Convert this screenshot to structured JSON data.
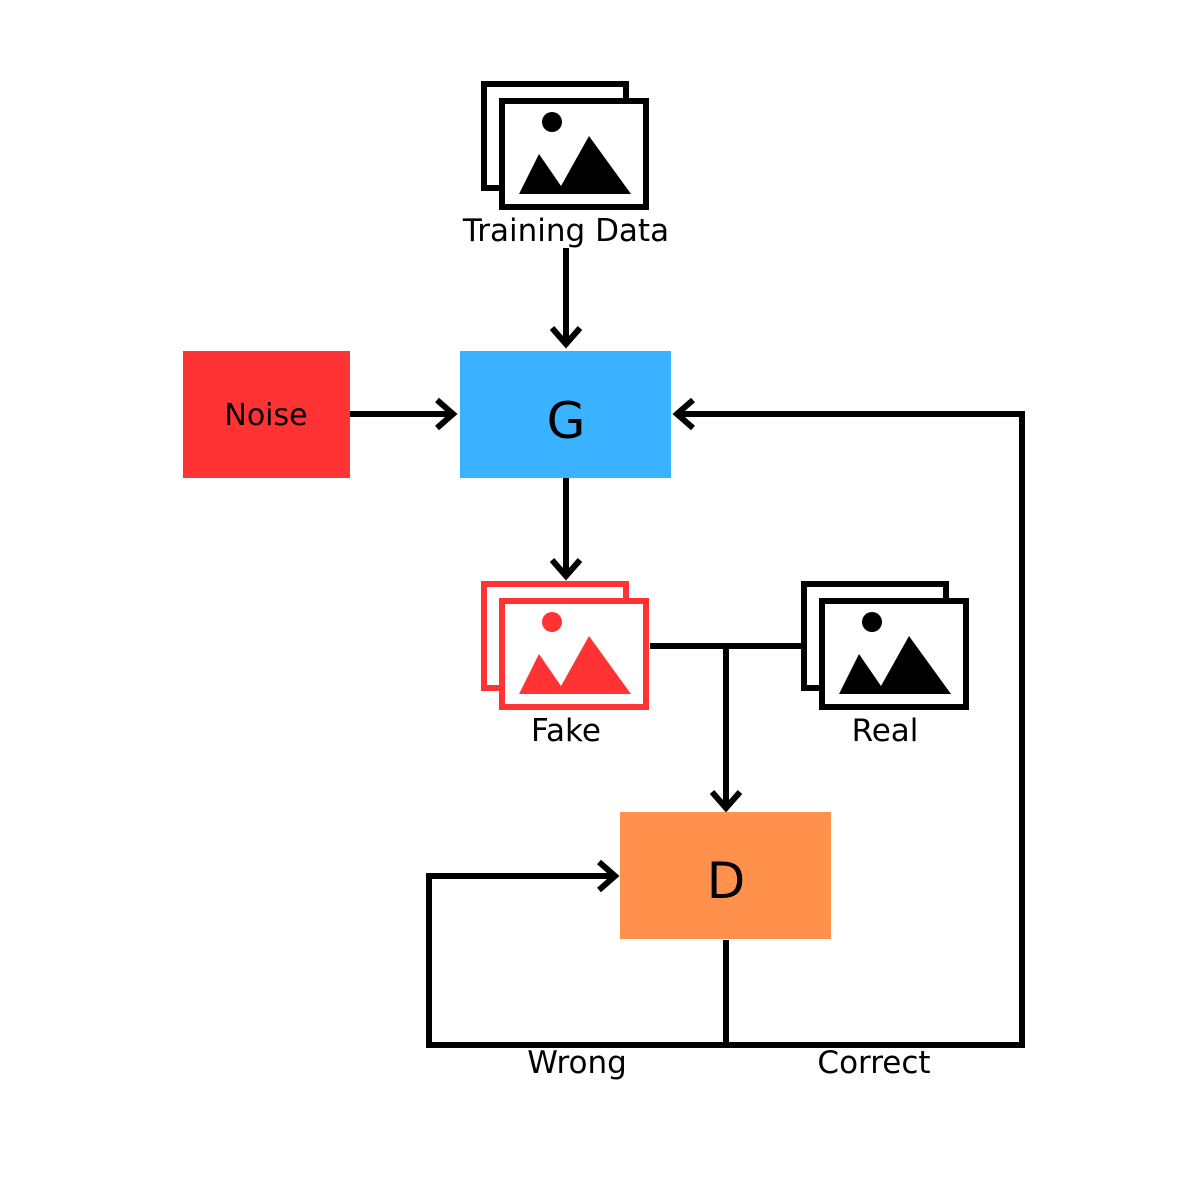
{
  "nodes": {
    "noise": {
      "label": "Noise",
      "color": "#ff3333"
    },
    "generator": {
      "label": "G",
      "color": "#3bb2ff"
    },
    "discriminator": {
      "label": "D",
      "color": "#ff914d"
    }
  },
  "images": {
    "training_data": {
      "label": "Training Data",
      "color": "#000000",
      "icon": "image-stack-icon"
    },
    "fake": {
      "label": "Fake",
      "color": "#ff3333",
      "icon": "image-stack-icon"
    },
    "real": {
      "label": "Real",
      "color": "#000000",
      "icon": "image-stack-icon"
    }
  },
  "edge_labels": {
    "wrong": "Wrong",
    "correct": "Correct"
  },
  "line_color": "#000000"
}
